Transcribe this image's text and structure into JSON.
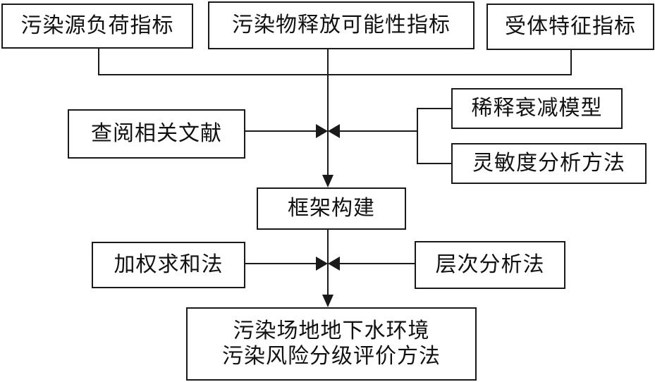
{
  "nodes": {
    "source_load": "污染源负荷指标",
    "release_possibility": "污染物释放可能性指标",
    "receptor": "受体特征指标",
    "literature": "查阅相关文献",
    "dilution_model": "稀释衰减模型",
    "sensitivity": "灵敏度分析方法",
    "framework": "框架构建",
    "weighted_sum": "加权求和法",
    "ahp": "层次分析法",
    "result_line1": "污染场地地下水环境",
    "result_line2": "污染风险分级评价方法"
  },
  "colors": {
    "stroke": "#1a1a1a",
    "text": "#111111"
  }
}
